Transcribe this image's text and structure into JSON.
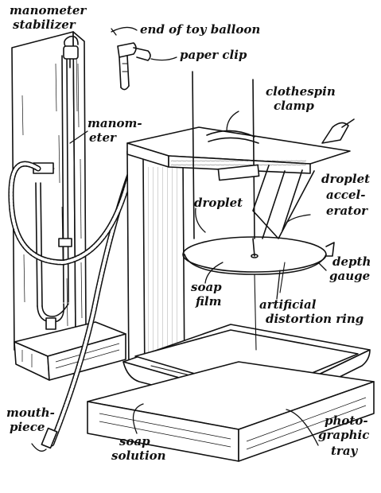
{
  "labels": {
    "manometer_stabilizer_1": "manometer",
    "manometer_stabilizer_2": "stabilizer",
    "end_of_toy_balloon": "end of toy balloon",
    "paper_clip": "paper clip",
    "clothespin_clamp_1": "clothespin",
    "clothespin_clamp_2": "clamp",
    "manometer_1": "manom-",
    "manometer_2": "eter",
    "droplet_accelerator_1": "droplet",
    "droplet_accelerator_2": "accel-",
    "droplet_accelerator_3": "erator",
    "droplet": "droplet",
    "depth_gauge_1": "depth",
    "depth_gauge_2": "gauge",
    "soap_film_1": "soap",
    "soap_film_2": "film",
    "artificial_distortion_ring_1": "artificial",
    "artificial_distortion_ring_2": "distortion ring",
    "mouthpiece_1": "mouth-",
    "mouthpiece_2": "piece",
    "soap_solution_1": "soap",
    "soap_solution_2": "solution",
    "photographic_tray_1": "photo-",
    "photographic_tray_2": "graphic",
    "photographic_tray_3": "tray"
  },
  "colors": {
    "ink": "#111111",
    "paper": "#ffffff"
  }
}
